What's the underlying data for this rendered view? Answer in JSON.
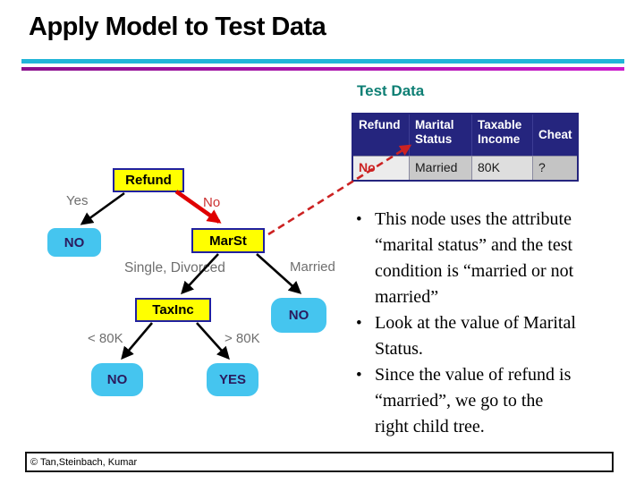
{
  "slide": {
    "title": "Apply Model to Test Data",
    "footer_credit": "© Tan,Steinbach, Kumar"
  },
  "test_data": {
    "heading": "Test Data",
    "columns": [
      "Refund",
      "Marital Status",
      "Taxable Income",
      "Cheat"
    ],
    "row": [
      "No",
      "Married",
      "80K",
      "?"
    ]
  },
  "tree": {
    "root_label": "Refund",
    "branch_yes": "Yes",
    "branch_no": "No",
    "leaf_refund_yes": "NO",
    "node_marst": "MarSt",
    "branch_single_divorced": "Single, Divorced",
    "branch_married": "Married",
    "leaf_married": "NO",
    "node_taxinc": "TaxInc",
    "branch_lt": "< 80K",
    "branch_gt": "> 80K",
    "leaf_lt": "NO",
    "leaf_gt": "YES"
  },
  "notes": [
    {
      "lines": [
        "This node uses the attribute",
        "“marital status” and the test",
        "condition is “married or not",
        "married”"
      ]
    },
    {
      "lines": [
        "Look at the value of Marital",
        "Status."
      ]
    },
    {
      "lines": [
        "Since the value of refund is",
        "“married”, we go to the",
        "right child tree."
      ]
    }
  ],
  "colors": {
    "accent_cyan": "#22b5d8",
    "accent_magenta": "#b517b8",
    "table_header_navy": "#25257e",
    "node_yellow": "#ffff00",
    "leaf_blue": "#45c5ef",
    "highlight_red": "#cc2222",
    "heading_teal": "#0e7f74"
  }
}
